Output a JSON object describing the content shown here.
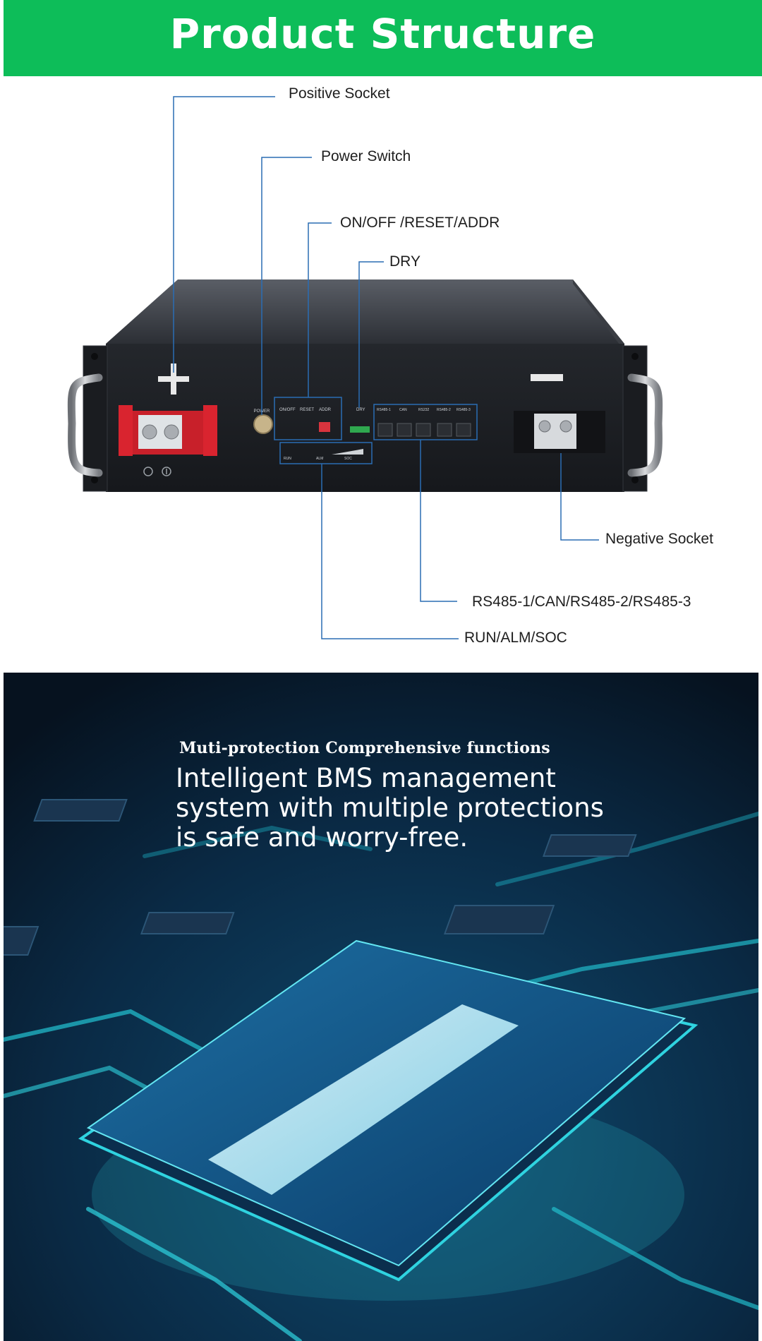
{
  "header": {
    "title": "Product Structure",
    "background": "#0dbd59"
  },
  "callouts": {
    "positive_socket": "Positive Socket",
    "power_switch": "Power Switch",
    "on_off_reset_addr": "ON/OFF /RESET/ADDR",
    "dry": "DRY",
    "negative_socket": "Negative Socket",
    "comm_ports": "RS485-1/CAN/RS485-2/RS485-3",
    "run_alm_soc": "RUN/ALM/SOC"
  },
  "panel_labels": {
    "power": "POWER",
    "on_off": "ON/OFF",
    "reset": "RESET",
    "addr": "ADDR",
    "dry": "DRY",
    "rs485_1": "RS485-1",
    "can": "CAN",
    "rs232": "RS232",
    "rs485_2": "RS485-2",
    "rs485_3": "RS485-3",
    "run": "RUN",
    "alm": "ALM",
    "soc": "SOC"
  },
  "banner": {
    "subtitle": "Muti-protection Comprehensive functions",
    "line1": "Intelligent BMS management",
    "line2": "system with multiple protections",
    "line3": "is safe and worry-free."
  },
  "colors": {
    "leader_line": "#2a6db3",
    "positive_terminal": "#c8202a",
    "panel": "#1c1f24",
    "banner_bg": "#071a2e",
    "circuit": "#2fd3e0"
  },
  "icons": {
    "positive": "plus-sign-icon",
    "negative": "minus-sign-icon",
    "ground": "ground-icon"
  }
}
